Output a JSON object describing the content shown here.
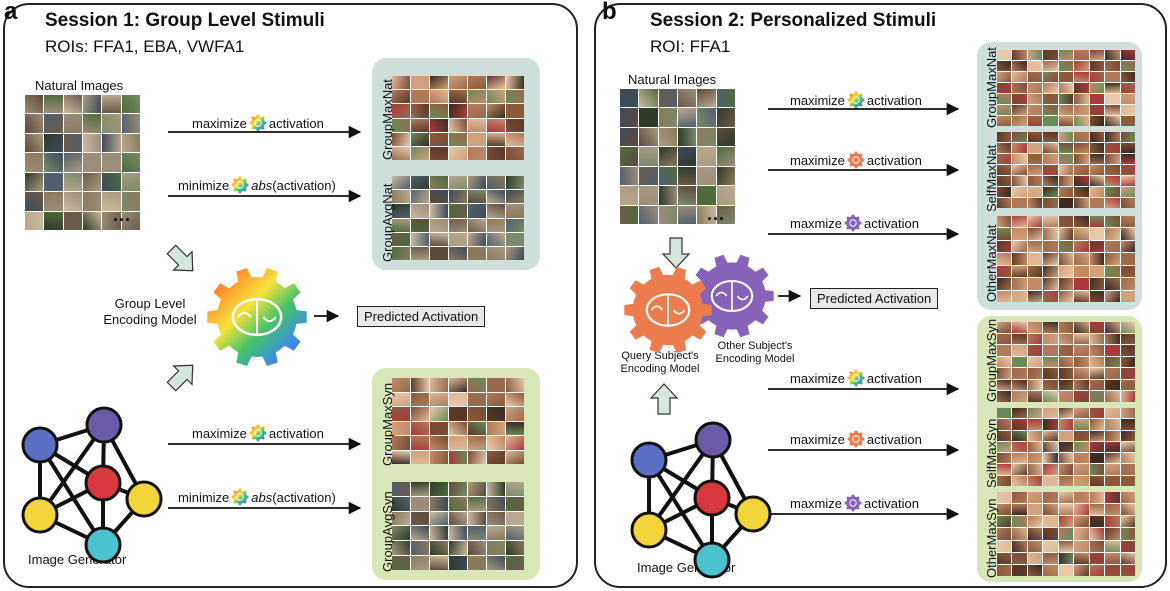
{
  "panel_a": {
    "letter": "a",
    "title": "Session 1: Group Level Stimuli",
    "subtitle": "ROIs: FFA1, EBA, VWFA1",
    "natural_images_label": "Natural Images",
    "ellipsis": "...",
    "encoding_label_line1": "Group Level",
    "encoding_label_line2": "Encoding Model",
    "predicted_activation": "Predicted Activation",
    "image_generator_label": "Image Generator",
    "arrows": [
      {
        "pre": "maximize",
        "post": "activation",
        "italic": ""
      },
      {
        "pre": "minimize",
        "post": "(activation)",
        "italic": "abs"
      },
      {
        "pre": "maximize",
        "post": "activation",
        "italic": ""
      },
      {
        "pre": "minimize",
        "post": "(activation)",
        "italic": "abs"
      }
    ],
    "stim_labels": [
      "GroupMaxNat",
      "GroupAvgNat",
      "GroupMaxSyn",
      "GroupAvgSyn"
    ]
  },
  "panel_b": {
    "letter": "b",
    "title": "Session 2: Personalized Stimuli",
    "subtitle": "ROI: FFA1",
    "natural_images_label": "Natural Images",
    "ellipsis": "...",
    "query_label_line1": "Query Subject's",
    "query_label_line2": "Encoding Model",
    "other_label_line1": "Other Subject's",
    "other_label_line2": "Encoding Model",
    "predicted_activation": "Predicted Activation",
    "image_generator_label": "Image Generator",
    "arrows": [
      {
        "pre": "maximize",
        "post": "activation"
      },
      {
        "pre": "maximize",
        "post": "activation"
      },
      {
        "pre": "maxmize",
        "post": "activation"
      },
      {
        "pre": "maximize",
        "post": "activation"
      },
      {
        "pre": "maximize",
        "post": "activation"
      },
      {
        "pre": "maxmize",
        "post": "activation"
      }
    ],
    "stim_labels": [
      "GroupMaxNat",
      "SelfMaxNat",
      "OtherMaxNat",
      "GroupMaxSyn",
      "SelfMaxSyn",
      "OtherMaxSyn"
    ]
  },
  "colors": {
    "nat_panel_bg": "#cfe0dc",
    "syn_panel_bg": "#d9e7b8",
    "query_gear": "#ec7b4d",
    "other_gear": "#8663b8",
    "arrow_fill": "#d6e6dc",
    "node_blue": "#5b6fc4",
    "node_purple": "#6b5aa8",
    "node_red": "#d8383e",
    "node_yellow": "#f3d53b",
    "node_cyan": "#4bc3cf"
  }
}
